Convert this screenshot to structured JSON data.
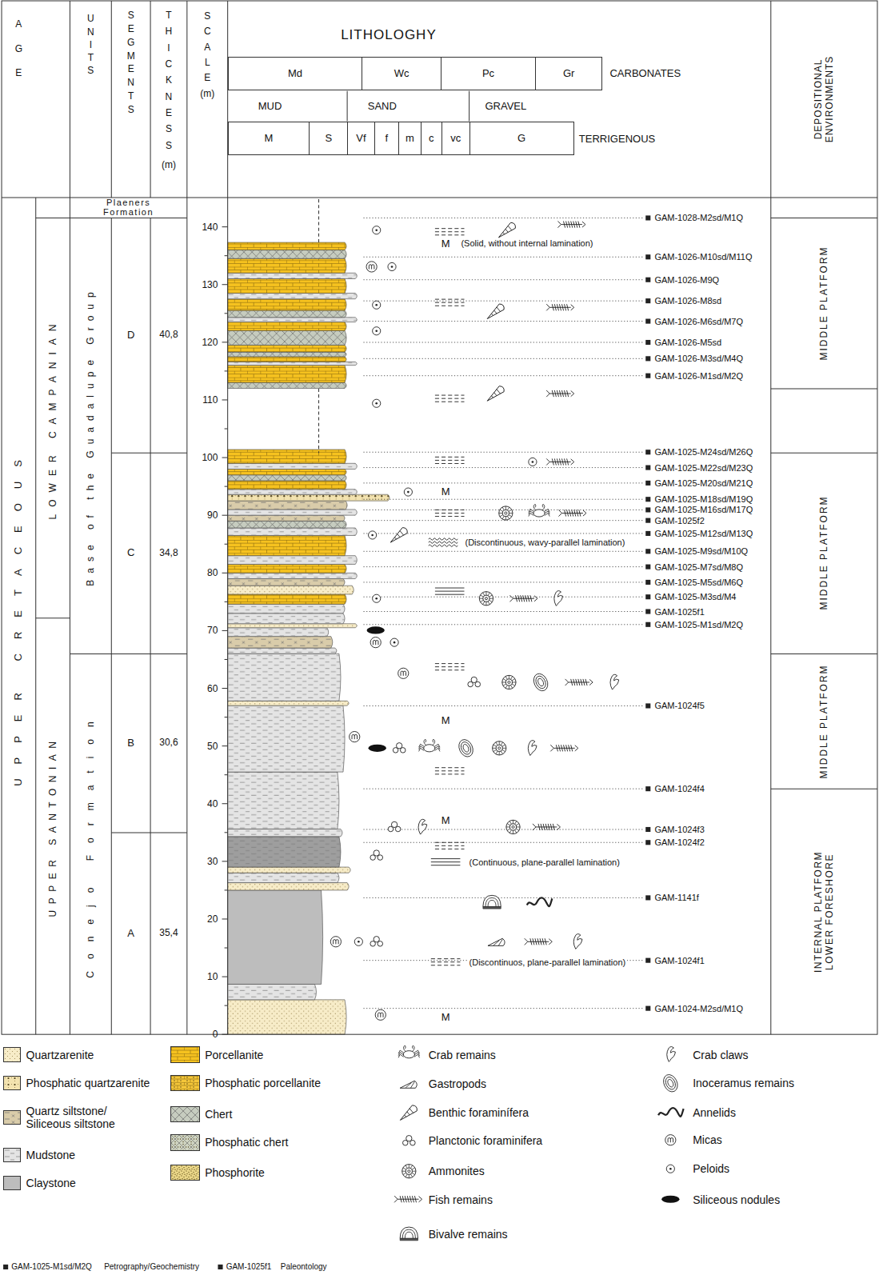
{
  "diagram": {
    "nodes": [
      {
        "text": [
          "AGE"
        ]
      },
      {
        "text": [
          "UNITS"
        ]
      },
      {
        "text": [
          "SEGMENTS"
        ]
      },
      {
        "text": [
          "THICKNESS",
          "(m)"
        ]
      },
      {
        "text": [
          "SCALE",
          "(m)"
        ]
      },
      {
        "text": [
          "LITHOLOGHY"
        ]
      },
      {
        "text": [
          "Md"
        ],
        "in": 5
      },
      {
        "text": [
          "Wc"
        ],
        "in": 5
      },
      {
        "text": [
          "Pc"
        ],
        "in": 5
      },
      {
        "text": [
          "Gr"
        ],
        "in": 5
      },
      {
        "text": [
          "M"
        ],
        "in": 5
      },
      {
        "text": [
          "S"
        ],
        "in": 5
      },
      {
        "text": [
          "Vf"
        ],
        "in": 5
      },
      {
        "text": [
          "f"
        ],
        "in": 5
      },
      {
        "text": [
          "m"
        ],
        "in": 5
      },
      {
        "text": [
          "c"
        ],
        "in": 5
      },
      {
        "text": [
          "vc"
        ],
        "in": 5
      },
      {
        "text": [
          "G"
        ],
        "in": 5
      },
      {
        "text": [
          "DEPOSITIONAL ENVIRONMENTS"
        ]
      },
      {
        "text": [
          "UPPER CRETACEOUS"
        ]
      },
      {
        "text": [
          "LOWER CAMPANIAN"
        ]
      },
      {
        "text": [
          "UPPER SANTONIAN"
        ]
      },
      {
        "text": [
          "Plaeners Formation"
        ]
      },
      {
        "text": [
          "Base of the Guadalupe Group"
        ]
      },
      {
        "text": [
          "Conejo Formation"
        ]
      },
      {
        "text": [
          "D"
        ]
      },
      {
        "text": [
          "40,8"
        ]
      },
      {
        "text": [
          "C"
        ]
      },
      {
        "text": [
          "34,8"
        ]
      },
      {
        "text": [
          "B"
        ]
      },
      {
        "text": [
          "30,6"
        ]
      },
      {
        "text": [
          "A"
        ]
      },
      {
        "text": [
          "35,4"
        ]
      },
      {
        "text": [
          "MIDDLE PLATFORM"
        ]
      },
      {
        "text": [
          "MIDDLE PLATFORM"
        ]
      },
      {
        "text": [
          "MIDDLE PLATFORM"
        ]
      },
      {
        "text": [
          "INTERNAL PLATFORM LOWER FORESHORE"
        ]
      }
    ],
    "labels": [
      "0",
      "10",
      "20",
      "30",
      "40",
      "50",
      "60",
      "70",
      "80",
      "90",
      "100",
      "110",
      "120",
      "130",
      "140",
      "CARBONATES",
      "MUD",
      "SAND",
      "GRAVEL",
      "TERRIGENOUS",
      "M",
      "(Solid, without internal lamination)",
      "M",
      "(Discontinuous, wavy-parallel lamination)",
      "M",
      "M",
      "(Continuous, plane-parallel lamination)",
      "(Discontinuos, plane-parallel lamination)",
      "M",
      "GAM-1028-M2sd/M1Q",
      "GAM-1026-M10sd/M11Q",
      "GAM-1026-M9Q",
      "GAM-1026-M8sd",
      "GAM-1026-M6sd/M7Q",
      "GAM-1026-M5sd",
      "GAM-1026-M3sd/M4Q",
      "GAM-1026-M1sd/M2Q",
      "GAM-1025-M24sd/M26Q",
      "GAM-1025-M22sd/M23Q",
      "GAM-1025-M20sd/M21Q",
      "GAM-1025-M18sd/M19Q",
      "GAM-1025-M16sd/M17Q",
      "GAM-1025f2",
      "GAM-1025-M12sd/M13Q",
      "GAM-1025-M9sd/M10Q",
      "GAM-1025-M7sd/M8Q",
      "GAM-1025-M5sd/M6Q",
      "GAM-1025-M3sd/M4",
      "GAM-1025f1",
      "GAM-1025-M1sd/M2Q",
      "GAM-1024f5",
      "GAM-1024f4",
      "GAM-1024f3",
      "GAM-1024f2",
      "GAM-1141f",
      "GAM-1024f1",
      "GAM-1024-M2sd/M1Q",
      "GAM-1025-M1sd/M2Q",
      "Petrography/Geochemistry",
      "GAM-1025f1",
      "Paleontology"
    ],
    "legend": [
      {
        "text": "Quartzarenite",
        "color": "#f7ecc8"
      },
      {
        "text": "Phosphatic quartzarenite",
        "color": "#f3e3b0"
      },
      {
        "text": "Quartz siltstone/ Siliceous siltstone",
        "color": "#d9ccaa"
      },
      {
        "text": "Mudstone",
        "color": "#e4e4e4"
      },
      {
        "text": "Claystone",
        "color": "#bdbdbd"
      },
      {
        "text": "Porcellanite",
        "color": "#f6c21f"
      },
      {
        "text": "Phosphatic porcellanite",
        "color": "#f4c63a"
      },
      {
        "text": "Chert",
        "color": "#c6ccbf"
      },
      {
        "text": "Phosphatic chert",
        "color": "#d0d5c2"
      },
      {
        "text": "Phosphorite",
        "color": "#ecd98a"
      },
      {
        "text": "Crab remains"
      },
      {
        "text": "Gastropods"
      },
      {
        "text": "Benthic foraminífera"
      },
      {
        "text": "Planctonic foraminifera"
      },
      {
        "text": "Ammonites"
      },
      {
        "text": "Fish remains"
      },
      {
        "text": "Bivalve remains"
      },
      {
        "text": "Crab claws"
      },
      {
        "text": "Inoceramus remains"
      },
      {
        "text": "Annelids"
      },
      {
        "text": "Micas"
      },
      {
        "text": "Peloids"
      },
      {
        "text": "Siliceous nodules"
      }
    ]
  }
}
